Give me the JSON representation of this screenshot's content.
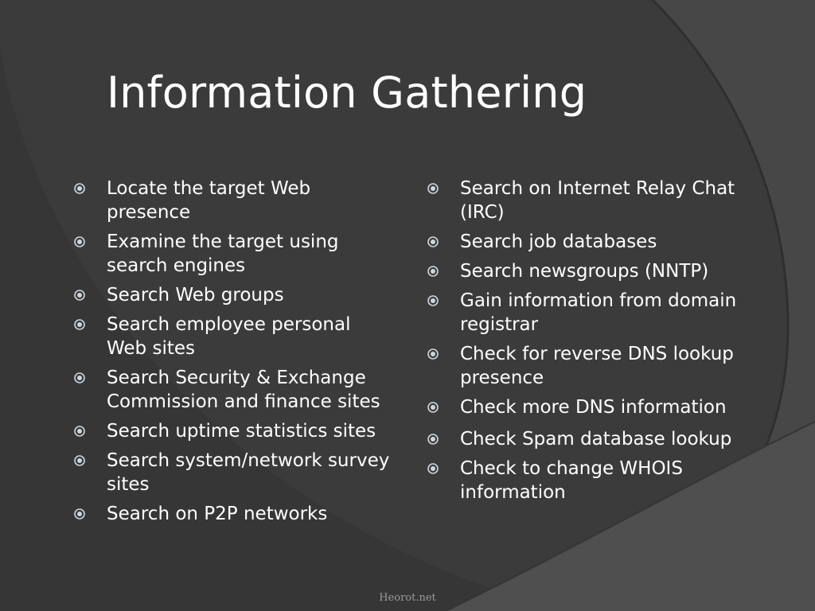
{
  "slide": {
    "title": "Information Gathering",
    "footer": "Heorot.net",
    "colors": {
      "background": "#3a3a3a",
      "curve_band": "#4a4a4a",
      "text": "#ffffff",
      "bullet": "#cfd6dc"
    },
    "bullet_icon": "circled-dot-bullet-icon"
  },
  "left_column": {
    "items": [
      "Locate the target Web presence",
      "Examine the target using search engines",
      "Search Web groups",
      "Search employee personal Web sites",
      "Search Security & Exchange Commission and finance sites",
      "Search uptime statistics sites",
      "Search system/network survey sites",
      "Search on P2P networks"
    ]
  },
  "right_column": {
    "items": [
      "Search on Internet Relay Chat (IRC)",
      "Search job databases",
      "Search newsgroups (NNTP)",
      "Gain information from domain registrar",
      "Check for reverse DNS lookup presence",
      "Check more DNS information",
      "Check Spam database lookup",
      "Check to change WHOIS information"
    ]
  }
}
